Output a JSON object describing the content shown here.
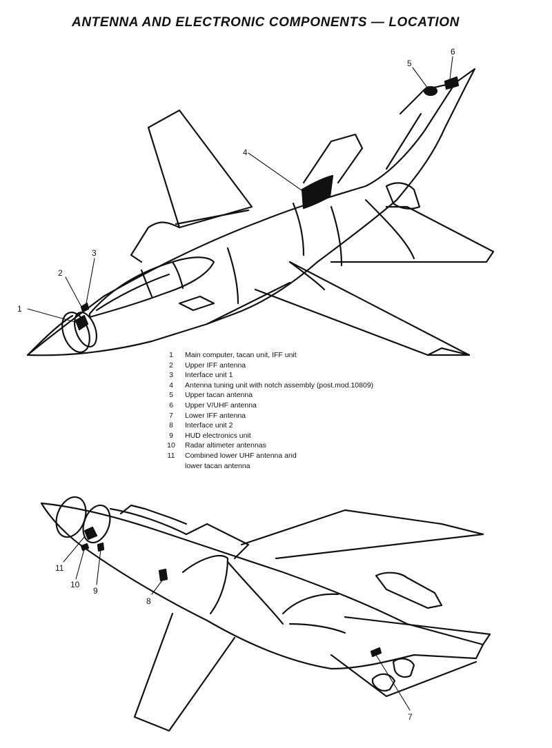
{
  "title": "ANTENNA AND ELECTRONIC COMPONENTS — LOCATION",
  "legend": [
    {
      "num": "1",
      "text": "Main computer, tacan unit, IFF unit"
    },
    {
      "num": "2",
      "text": "Upper IFF antenna"
    },
    {
      "num": "3",
      "text": "Interface unit 1"
    },
    {
      "num": "4",
      "text": "Antenna tuning unit with notch assembly (post.mod.10809)"
    },
    {
      "num": "5",
      "text": "Upper tacan antenna"
    },
    {
      "num": "6",
      "text": "Upper V/UHF antenna"
    },
    {
      "num": "7",
      "text": "Lower IFF antenna"
    },
    {
      "num": "8",
      "text": "Interface unit 2"
    },
    {
      "num": "9",
      "text": "HUD electronics unit"
    },
    {
      "num": "10",
      "text": "Radar altimeter antennas"
    },
    {
      "num": "11",
      "text": "Combined lower UHF antenna and",
      "continuation": "lower tacan antenna"
    }
  ],
  "callouts": {
    "upper": [
      "1",
      "2",
      "3",
      "4",
      "5",
      "6"
    ],
    "lower": [
      "11",
      "10",
      "9",
      "8",
      "7"
    ]
  }
}
